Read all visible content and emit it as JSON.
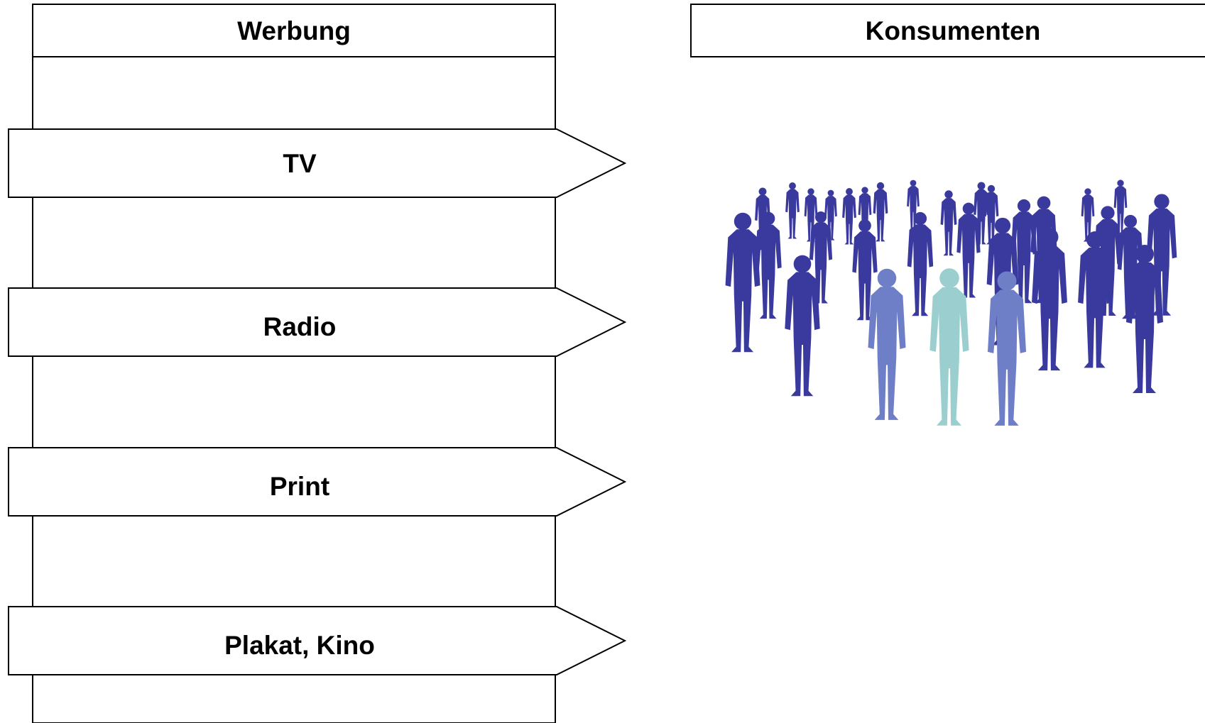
{
  "werbung_column": {
    "title": "Werbung",
    "channels": [
      "TV",
      "Radio",
      "Print",
      "Plakat, Kino"
    ]
  },
  "konsumenten_column": {
    "title": "Konsumenten",
    "illustration": "crowd-silhouette-icon"
  },
  "colors": {
    "stroke": "#000000",
    "fill": "#ffffff",
    "crowd_dark": "#3a3a9e",
    "crowd_mid": "#6f7fc7",
    "crowd_light": "#9bcfcf"
  }
}
